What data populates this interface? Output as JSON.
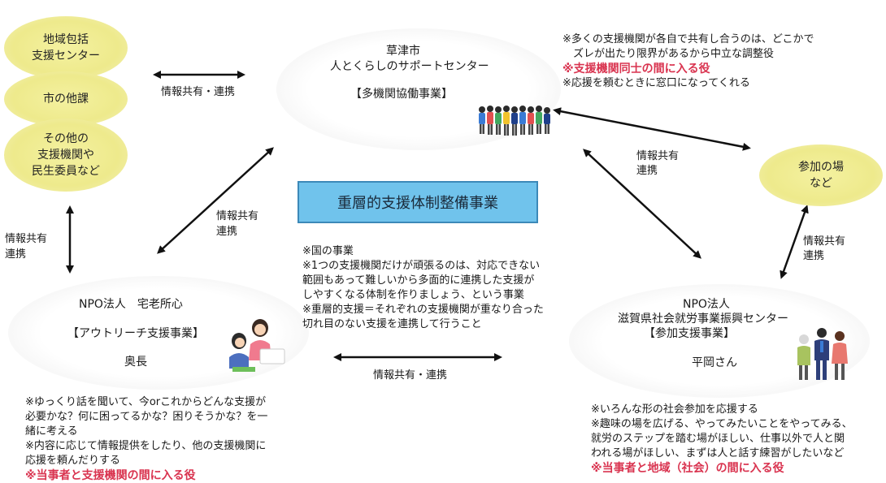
{
  "left_boxes": [
    {
      "lines": [
        "地域包括",
        "支援センター"
      ]
    },
    {
      "lines": [
        "市の他課"
      ]
    },
    {
      "lines": [
        "その他の",
        "支援機関や",
        "民生委員など"
      ]
    }
  ],
  "link_labels": {
    "top_left": "情報共有・連携",
    "left_vertical": [
      "情報共有",
      "連携"
    ],
    "diag_left": [
      "情報共有",
      "連携"
    ],
    "diag_right": [
      "情報共有",
      "連携"
    ],
    "bottom": "情報共有・連携",
    "right_vertical": [
      "情報共有",
      "連携"
    ]
  },
  "kusatsu": {
    "line1": "草津市",
    "line2": "人とくらしのサポートセンター",
    "project": "【多機関協働事業】"
  },
  "kusatsu_notes": {
    "line1": "※多くの支援機関が各自で共有し合うのは、どこかで",
    "line2": "ズレが出たり限界があるから中立な調整役",
    "highlight": "※支援機関同士の間に入る役",
    "line3": "※応援を頼むときに窓口になってくれる"
  },
  "participation": {
    "lines": [
      "参加の場",
      "など"
    ]
  },
  "center": {
    "title": "重層的支援体制整備事業",
    "notes": [
      "※国の事業",
      "※1つの支援機関だけが頑張るのは、対応できない",
      "範囲もあって難しいから多面的に連携した支援が",
      "しやすくなる体制を作りましょう、という事業",
      "※重層的支援＝それぞれの支援機関が重なり合った",
      "切れ目のない支援を連携して行うこと"
    ]
  },
  "npo_left": {
    "name": "NPO法人　宅老所心",
    "project": "【アウトリーチ支援事業】",
    "person": "奥長",
    "notes": [
      "※ゆっくり話を聞いて、今orこれからどんな支援が",
      "必要かな？何に困ってるかな？困りそうかな？を一",
      "緒に考える",
      "※内容に応じて情報提供をしたり、他の支援機関に",
      "応援を頼んだりする"
    ],
    "highlight": "※当事者と支援機関の間に入る役"
  },
  "npo_right": {
    "line1": "NPO法人",
    "line2": "滋賀県社会就労事業振興センター",
    "project": "【参加支援事業】",
    "person": "平岡さん",
    "notes": [
      "※いろんな形の社会参加を応援する",
      "※趣味の場を広げる、やってみたいことをやってみる、",
      "就労のステップを踏む場がほしい、仕事以外で人と関",
      "われる場がほしい、まずは人と話す練習がしたいなど"
    ],
    "highlight": "※当事者と地域（社会）の間に入る役"
  },
  "icons": [
    "group-people-icon",
    "two-women-talking-icon",
    "family-icon"
  ],
  "colors": {
    "yellow": "#eeea8c",
    "center_box": "#70c3ec",
    "highlight": "#d9334f"
  }
}
